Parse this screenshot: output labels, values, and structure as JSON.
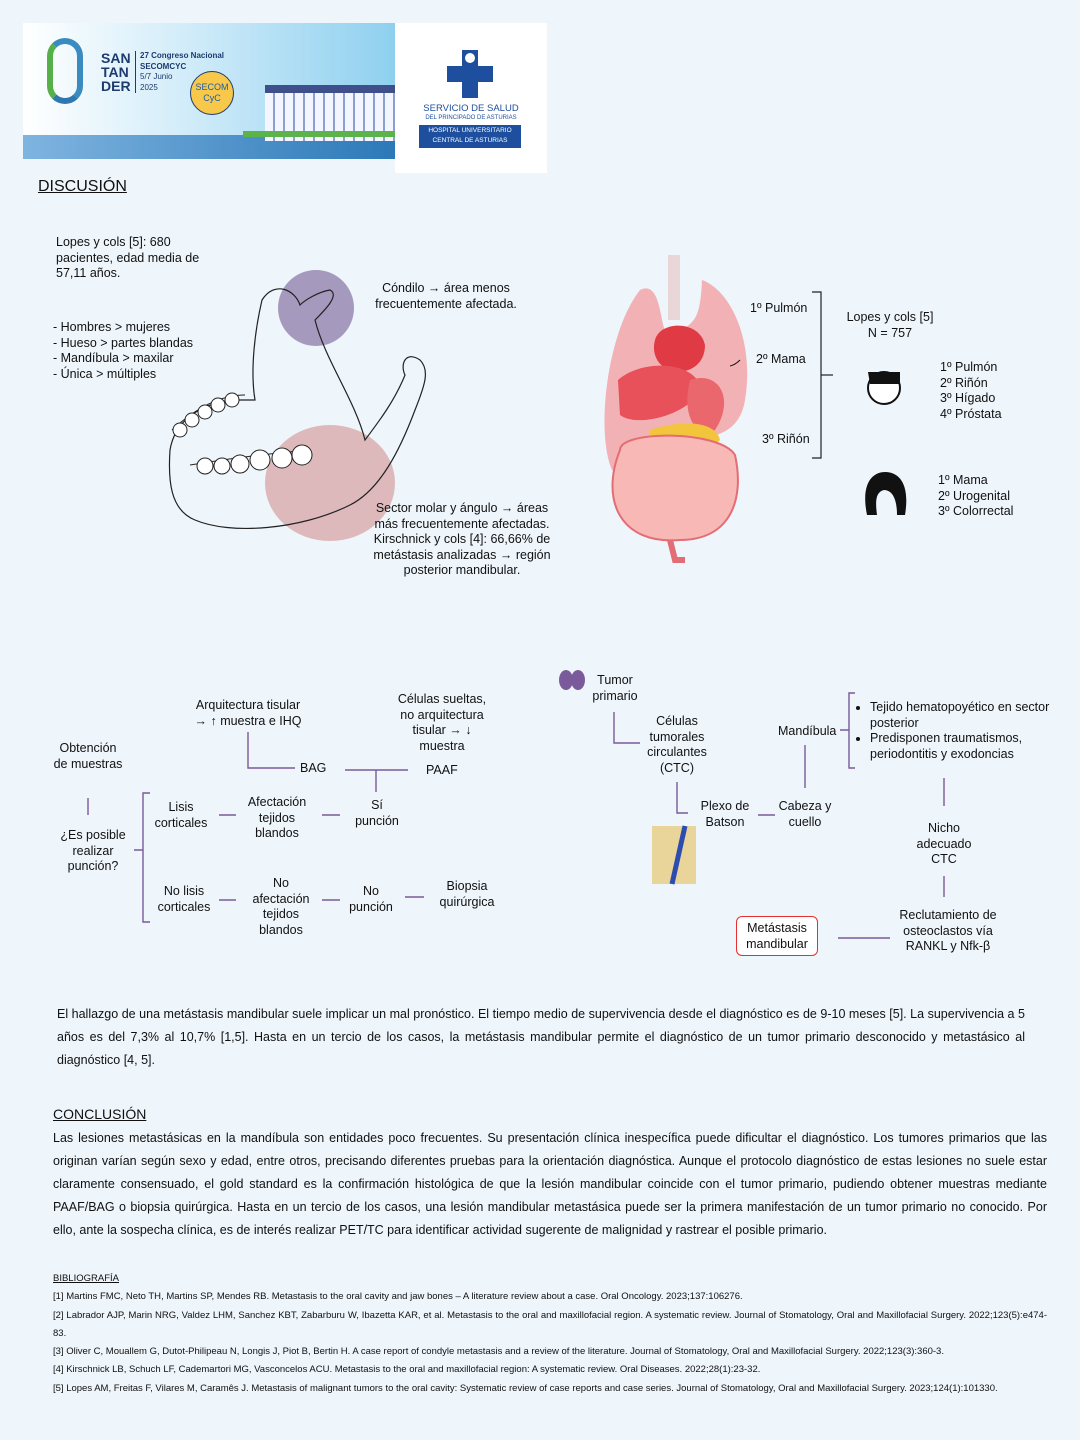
{
  "header": {
    "city": [
      "SAN",
      "TAN",
      "DER"
    ],
    "congress": "27 Congreso Nacional",
    "society": "SECOMCYC",
    "dates": "5/7 Junio",
    "year": "2025",
    "secom_logo": "SECOM CyC",
    "health_service": "SERVICIO DE SALUD",
    "health_sub": "DEL PRINCIPADO DE ASTURIAS",
    "hospital_1": "HOSPITAL UNIVERSITARIO",
    "hospital_2": "CENTRAL DE ASTURIAS"
  },
  "discussion": {
    "title": "DISCUSIÓN",
    "lopes_intro": "Lopes y cols [5]: 680 pacientes, edad media de 57,11 años.",
    "bullets": [
      "- Hombres > mujeres",
      "- Hueso > partes blandas",
      "- Mandíbula > maxilar",
      "- Única > múltiples"
    ],
    "condyle": "Cóndilo → área menos frecuentemente afectada.",
    "molar": "Sector molar y ángulo → áreas más frecuentemente afectadas. Kirschnick y cols [4]: 66,66% de metástasis analizadas → región posterior mandibular.",
    "organ_labels": [
      "1º Pulmón",
      "2º Mama",
      "3º Riñón"
    ],
    "lopes_n": "Lopes y cols [5]\nN = 757",
    "male_list": [
      "1º Pulmón",
      "2º Riñón",
      "3º Hígado",
      "4º Próstata"
    ],
    "female_list": [
      "1º Mama",
      "2º Urogenital",
      "3º Colorrectal"
    ]
  },
  "flow_left": {
    "obtencion": "Obtención de muestras",
    "pregunta": "¿Es posible realizar punción?",
    "lisis": "Lisis corticales",
    "afectacion": "Afectación tejidos blandos",
    "si": "Sí punción",
    "bag": "BAG",
    "paaf": "PAAF",
    "arquitectura": "Arquitectura tisular → ↑ muestra e IHQ",
    "celulas": "Células sueltas, no arquitectura tisular → ↓ muestra",
    "no_lisis": "No lisis corticales",
    "no_afectacion": "No afectación tejidos blandos",
    "no_puncion": "No punción",
    "biopsia": "Biopsia quirúrgica"
  },
  "flow_right": {
    "tumor": "Tumor primario",
    "ctc": "Células tumorales circulantes (CTC)",
    "plexo": "Plexo de Batson",
    "cabeza": "Cabeza y cuello",
    "mandibula": "Mandíbula",
    "bullets": [
      "Tejido hematopoyético en sector posterior",
      "Predisponen traumatismos, periodontitis y exodoncias"
    ],
    "nicho": "Nicho adecuado CTC",
    "reclutamiento": "Reclutamiento de osteoclastos vía RANKL y Nfk-β",
    "metastasis": "Metástasis mandibular"
  },
  "prognosis": "El hallazgo de una metástasis mandibular suele implicar un mal pronóstico. El tiempo medio de supervivencia desde el diagnóstico es de 9-10 meses [5]. La supervivencia a 5 años es del 7,3% al 10,7% [1,5]. Hasta en un tercio de los casos, la metástasis mandibular permite el diagnóstico de un tumor primario desconocido y metastásico al diagnóstico [4, 5].",
  "conclusion": {
    "title": "CONCLUSIÓN",
    "text": "Las lesiones metastásicas en la mandíbula son entidades poco frecuentes. Su presentación clínica inespecífica puede dificultar el diagnóstico. Los tumores primarios que las originan varían según sexo y edad, entre otros, precisando diferentes pruebas para la orientación diagnóstica. Aunque el protocolo diagnóstico de estas lesiones no suele estar claramente consensuado, el gold standard es la confirmación histológica de que la lesión mandibular coincide con el tumor primario, pudiendo obtener muestras mediante PAAF/BAG o biopsia quirúrgica. Hasta en un tercio de los casos, una lesión mandibular metastásica puede ser la primera manifestación de un tumor primario no conocido. Por ello, ante la sospecha clínica, es de interés realizar PET/TC para identificar actividad sugerente de malignidad y rastrear el posible primario."
  },
  "bibliography": {
    "title": "BIBLIOGRAFÍA",
    "refs": [
      "[1] Martins FMC, Neto TH, Martins SP, Mendes RB. Metastasis to the oral cavity and jaw bones – A literature review about a case. Oral Oncology. 2023;137:106276.",
      "[2] Labrador AJP, Marin NRG, Valdez LHM, Sanchez KBT, Zabarburu W, Ibazetta KAR, et al. Metastasis to the oral and maxillofacial region. A systematic review. Journal of Stomatology, Oral and Maxillofacial Surgery. 2022;123(5):e474-83.",
      "[3] Oliver C, Mouallem G, Dutot-Philipeau N, Longis J, Piot B, Bertin H. A case report of condyle metastasis and a review of the literature. Journal of Stomatology, Oral and Maxillofacial Surgery. 2022;123(3):360-3.",
      "[4] Kirschnick LB, Schuch LF, Cademartori MG, Vasconcelos ACU. Metastasis to the oral and maxillofacial region: A systematic review. Oral Diseases. 2022;28(1):23-32.",
      "[5] Lopes AM, Freitas F, Vilares M, Caramês J. Metastasis of malignant tumors to the oral cavity: Systematic review of case reports and case series. Journal of Stomatology, Oral and Maxillofacial Surgery. 2023;124(1):101330."
    ]
  }
}
